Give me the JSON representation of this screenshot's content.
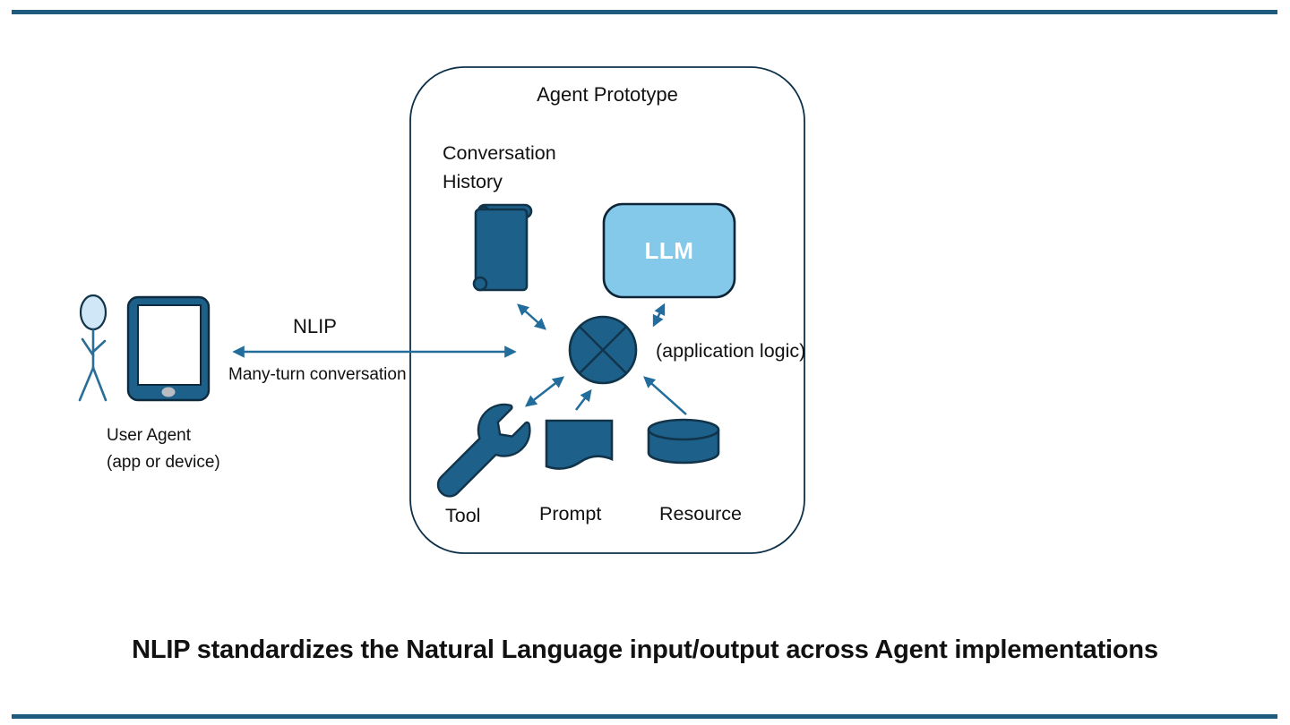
{
  "colors": {
    "rule_teal": "#1d5c7f",
    "shape_teal": "#1d608a",
    "outline_navy": "#12344a",
    "arrow_blue": "#226d9b",
    "llm_light_blue": "#85c9ea",
    "head_light_blue": "#cfe7f6",
    "text": "#111111"
  },
  "diagram": {
    "agent_box_title": "Agent Prototype",
    "conversation_history_label": "Conversation\nHistory",
    "llm_label": "LLM",
    "application_logic_label": "(application logic)",
    "tool_label": "Tool",
    "prompt_label": "Prompt",
    "resource_label": "Resource",
    "nlip_label": "NLIP",
    "many_turn_label": "Many-turn conversation",
    "user_agent_label": "User Agent",
    "user_agent_sub_label": "(app or device)"
  },
  "caption": "NLIP standardizes the Natural Language input/output across Agent implementations"
}
